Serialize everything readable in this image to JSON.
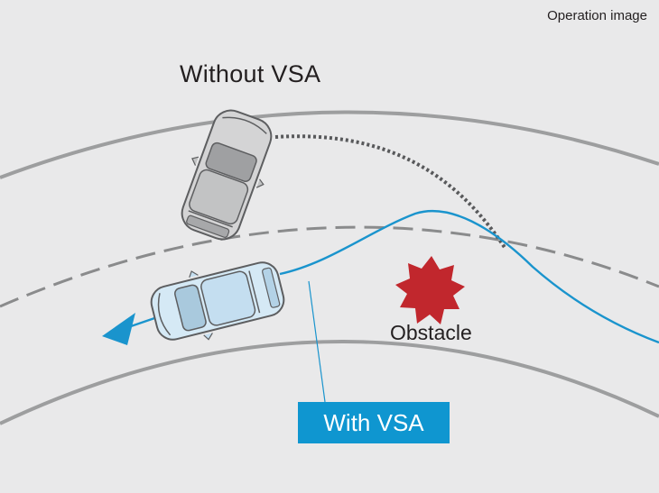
{
  "caption": "Operation image",
  "labels": {
    "without_vsa": "Without VSA",
    "with_vsa": "With VSA",
    "obstacle": "Obstacle"
  },
  "colors": {
    "background": "#e9e9ea",
    "road_edge": "#9d9e9f",
    "center_dash": "#8a8b8c",
    "vsa_path": "#1a94cd",
    "label_box": "#0f96d0",
    "skid_path": "#58595b",
    "obstacle": "#c1272d",
    "car_without_vsa": "#d4d4d5",
    "car_with_vsa": "#d5e9f5"
  },
  "icons": {
    "car_without_vsa": "car-icon",
    "car_with_vsa": "car-icon",
    "obstacle": "starburst-icon",
    "direction": "arrowhead-icon"
  }
}
